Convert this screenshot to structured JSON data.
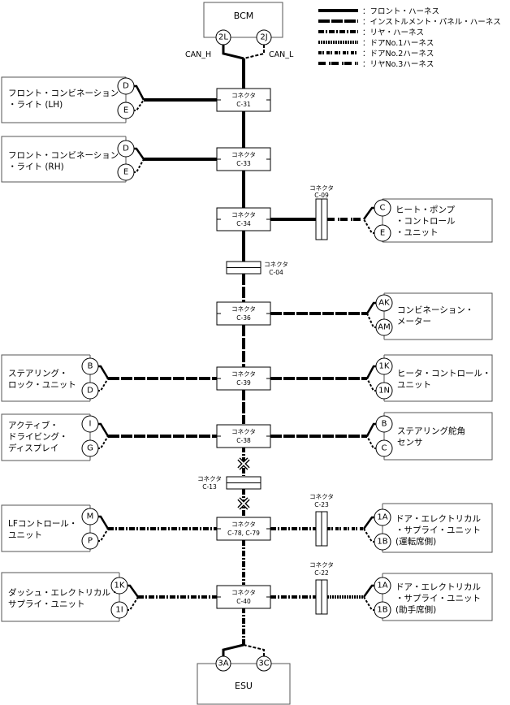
{
  "title": "CAN communication circuit diagram",
  "legend": [
    {
      "style": "front",
      "label": "：フロント・ハーネス"
    },
    {
      "style": "instrument",
      "label": "：インストルメント・パネル・ハーネス"
    },
    {
      "style": "rear",
      "label": "：リヤ・ハーネス"
    },
    {
      "style": "door1",
      "label": "：ドアNo.1ハーネス"
    },
    {
      "style": "door2",
      "label": "：ドアNo.2ハーネス"
    },
    {
      "style": "rear3",
      "label": "：リヤNo.3ハーネス"
    }
  ],
  "bcm": {
    "name": "BCM",
    "pins": [
      "2L",
      "2J"
    ],
    "can_h": "CAN_H",
    "can_l": "CAN_L"
  },
  "esu": {
    "name": "ESU",
    "pins": [
      "3A",
      "3C"
    ]
  },
  "connector_word": "コネクタ",
  "junctions": [
    {
      "id": "C-31"
    },
    {
      "id": "C-33"
    },
    {
      "id": "C-34"
    },
    {
      "id": "C-36"
    },
    {
      "id": "C-39"
    },
    {
      "id": "C-38"
    },
    {
      "id": "C-78, C-79"
    },
    {
      "id": "C-40"
    }
  ],
  "inline_connectors": [
    {
      "id": "C-09"
    },
    {
      "id": "C-04"
    },
    {
      "id": "C-13"
    },
    {
      "id": "C-23"
    },
    {
      "id": "C-22"
    }
  ],
  "left_units": [
    {
      "lines": [
        "フロント・コンビネーション",
        "・ライト (LH)"
      ],
      "pins": [
        "D",
        "E"
      ]
    },
    {
      "lines": [
        "フロント・コンビネーション",
        "・ライト (RH)"
      ],
      "pins": [
        "D",
        "E"
      ]
    },
    {
      "lines": [
        "ステアリング・",
        "ロック・ユニット"
      ],
      "pins": [
        "B",
        "D"
      ]
    },
    {
      "lines": [
        "アクティブ・",
        "ドライビング・",
        "ディスプレイ"
      ],
      "pins": [
        "I",
        "G"
      ]
    },
    {
      "lines": [
        "LFコントロール・",
        "ユニット"
      ],
      "pins": [
        "M",
        "P"
      ]
    },
    {
      "lines": [
        "ダッシュ・エレクトリカル・",
        "サプライ・ユニット"
      ],
      "pins": [
        "1K",
        "1I"
      ]
    }
  ],
  "right_units": [
    {
      "lines": [
        "ヒート・ポンプ",
        "・コントロール",
        "・ユニット"
      ],
      "pins": [
        "C",
        "E"
      ]
    },
    {
      "lines": [
        "コンビネーション・",
        "メーター"
      ],
      "pins": [
        "AK",
        "AM"
      ]
    },
    {
      "lines": [
        "ヒータ・コントロール・",
        "ユニット"
      ],
      "pins": [
        "1K",
        "1N"
      ]
    },
    {
      "lines": [
        "ステアリング舵角",
        "センサ"
      ],
      "pins": [
        "B",
        "C"
      ]
    },
    {
      "lines": [
        "ドア・エレクトリカル",
        "・サプライ・ユニット",
        "(運転席側)"
      ],
      "pins": [
        "1A",
        "1B"
      ]
    },
    {
      "lines": [
        "ドア・エレクトリカル",
        "・サプライ・ユニット",
        "(助手席側)"
      ],
      "pins": [
        "1A",
        "1B"
      ]
    }
  ],
  "colors": {
    "line": "#000000",
    "box_stroke": "#555555",
    "background": "#ffffff"
  }
}
